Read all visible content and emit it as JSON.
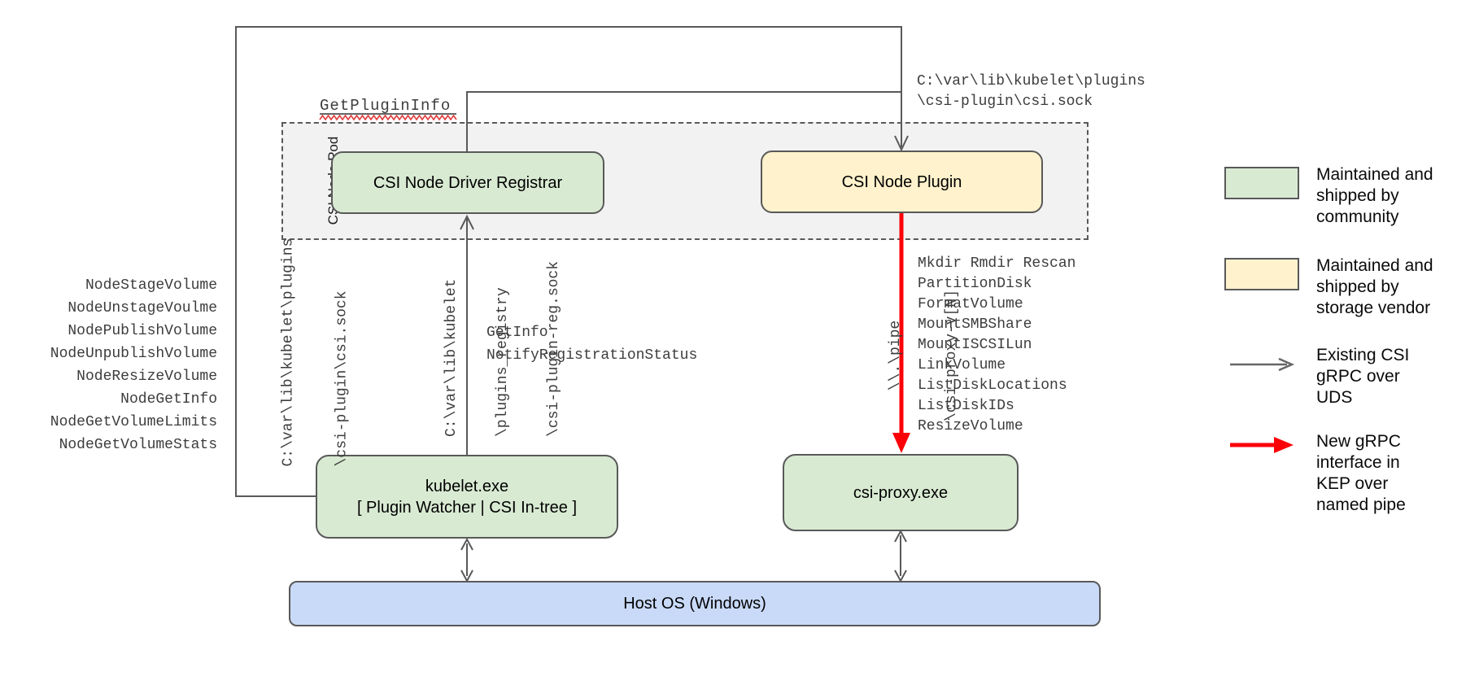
{
  "boxes": {
    "pod_label": "CSI Node Pod",
    "registrar_label": "CSI Node Driver Registrar",
    "plugin_label": "CSI Node Plugin",
    "kubelet_line1": "kubelet.exe",
    "kubelet_line2": "[ Plugin Watcher | CSI In-tree ]",
    "csi_proxy_label": "csi-proxy.exe",
    "host_os_label": "Host OS (Windows)"
  },
  "labels": {
    "get_plugin_info": "GetPluginInfo",
    "csi_sock_path": [
      "C:\\var\\lib\\kubelet\\plugins",
      "\\csi-plugin\\csi.sock"
    ],
    "csi_sock_path_vertical": [
      "C:\\var\\lib\\kubelet\\plugins",
      "\\csi-plugin\\csi.sock"
    ],
    "registry_sock_path_vertical": [
      "C:\\var\\lib\\kubelet",
      "\\plugins_registry",
      "\\csi-plugin-reg.sock"
    ],
    "named_pipe_vertical": [
      "\\\\.\\pipe",
      "\\csi-proxy-v[N]"
    ]
  },
  "node_methods": [
    "NodeStageVolume",
    "NodeUnstageVoulme",
    "NodePublishVolume",
    "NodeUnpublishVolume",
    "NodeResizeVolume",
    "NodeGetInfo",
    "NodeGetVolumeLimits",
    "NodeGetVolumeStats"
  ],
  "registration_calls": [
    "GetInfo",
    "NotifyRegistrationStatus"
  ],
  "proxy_methods": [
    "Mkdir Rmdir Rescan",
    "PartitionDisk",
    "FormatVolume",
    "MountSMBShare",
    "MountISCSILun",
    "LinkVolume",
    "ListDiskLocations",
    "ListDiskIDs",
    "ResizeVolume"
  ],
  "legend": {
    "community": [
      "Maintained and",
      "shipped by",
      "community"
    ],
    "vendor": [
      "Maintained and",
      "shipped by",
      "storage vendor"
    ],
    "existing_arrow": [
      "Existing CSI",
      "gRPC over",
      "UDS"
    ],
    "new_arrow": [
      "New gRPC",
      "interface in",
      "KEP over",
      "named pipe"
    ]
  },
  "colors": {
    "community_green": "#d9ead3",
    "vendor_yellow": "#fff2cc",
    "host_blue": "#c9daf8",
    "pod_gray": "#f2f2f2",
    "line_gray": "#595959",
    "new_interface_red": "#fb0007"
  }
}
